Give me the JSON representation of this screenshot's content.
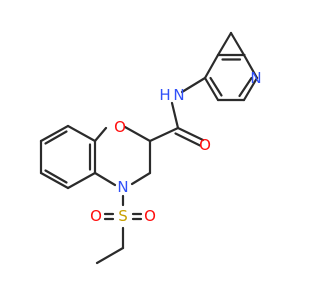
{
  "atom_labels": {
    "n_pyridine": "N",
    "nh_amide": "N",
    "h_amide": "H",
    "o_carbonyl": "O",
    "o_ring": "O",
    "n_ring": "N",
    "s_sulfonyl": "S",
    "o_sulfonyl_left": "O",
    "o_sulfonyl_right": "O"
  },
  "colors": {
    "bond": "#2b2b2b",
    "nitrogen": "#3050F8",
    "oxygen": "#FF0D0D",
    "sulfur": "#C8A000"
  }
}
